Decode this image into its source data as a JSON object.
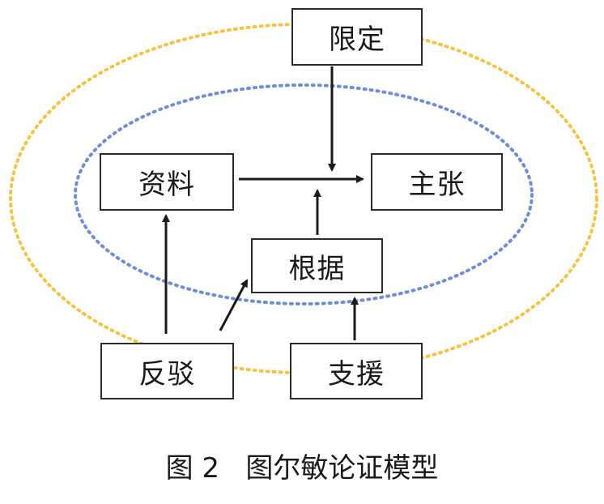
{
  "colors": {
    "outer_ring": "#f5c242",
    "inner_ring": "#6e8fd6",
    "line": "#1a1a1a"
  },
  "nodes": {
    "limit": "限定",
    "data": "资料",
    "claim": "主张",
    "warrant": "根据",
    "rebuttal": "反驳",
    "backing": "支援"
  },
  "caption": "图 2   图尔敏论证模型"
}
